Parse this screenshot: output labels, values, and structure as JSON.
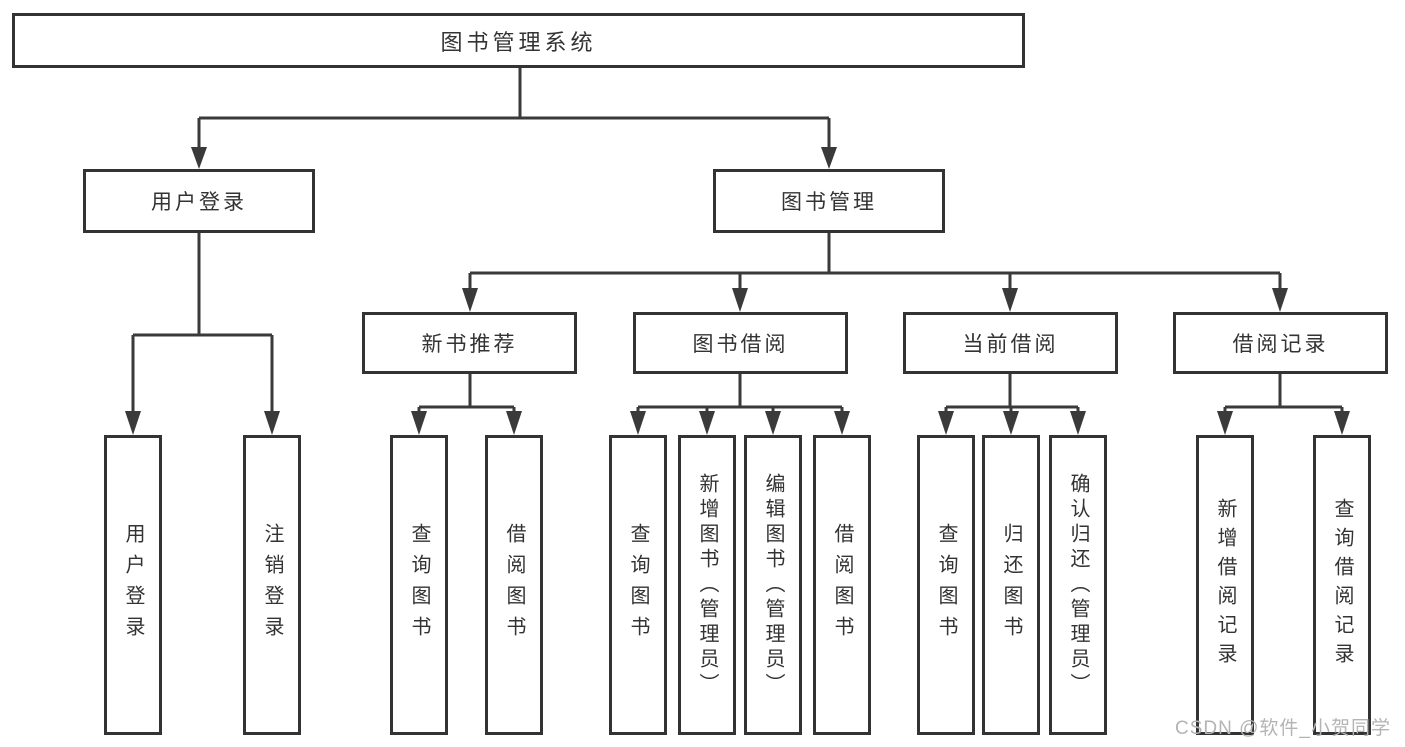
{
  "nodes": {
    "root": "图书管理系统",
    "user_login": {
      "label": "用户登录",
      "children": [
        "用户登录",
        "注销登录"
      ]
    },
    "book_mgmt": {
      "label": "图书管理",
      "children": [
        {
          "label": "新书推荐",
          "children": [
            "查询图书",
            "借阅图书"
          ]
        },
        {
          "label": "图书借阅",
          "children": [
            "查询图书",
            "新增图书（管理员）",
            "编辑图书（管理员）",
            "借阅图书"
          ]
        },
        {
          "label": "当前借阅",
          "children": [
            "查询图书",
            "归还图书",
            "确认归还（管理员）"
          ]
        },
        {
          "label": "借阅记录",
          "children": [
            "新增借阅记录",
            "查询借阅记录"
          ]
        }
      ]
    }
  },
  "watermark": {
    "text": "CSDN @软件_小贺同学"
  },
  "colors": {
    "line": "#3a3a3a",
    "box_border": "#333333",
    "text": "#333333",
    "watermark": "#b4b4b4",
    "background": "#ffffff"
  }
}
